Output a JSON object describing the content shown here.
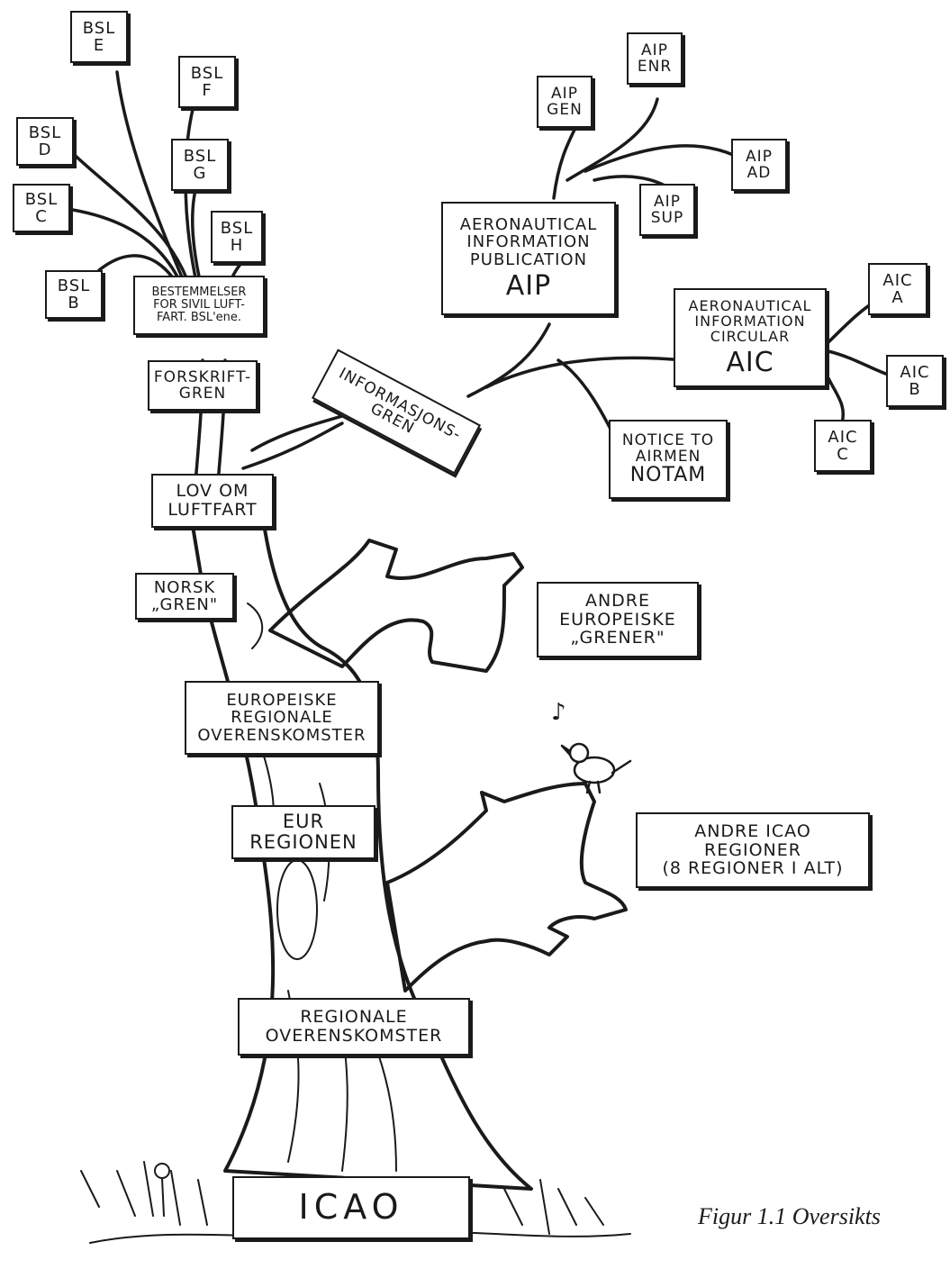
{
  "boxes": {
    "icao": "ICAO",
    "regionale": [
      "REGIONALE",
      "OVERENSKOMSTER"
    ],
    "andre_icao": [
      "ANDRE ICAO",
      "REGIONER",
      "(8 REGIONER I ALT)"
    ],
    "eur_regionen": [
      "EUR",
      "REGIONEN"
    ],
    "europeiske_regionale": [
      "EUROPEISKE",
      "REGIONALE",
      "OVERENSKOMSTER"
    ],
    "andre_europeiske": [
      "ANDRE",
      "EUROPEISKE",
      "„GRENER\""
    ],
    "norsk_gren": [
      "NORSK",
      "„GREN\""
    ],
    "lov_om_luftfart": [
      "LOV OM",
      "LUFTFART"
    ],
    "forskrift_gren": [
      "FORSKRIFT-",
      "GREN"
    ],
    "bsl": [
      "BESTEMMELSER",
      "FOR SIVIL LUFT-",
      "FART. BSL'ene."
    ],
    "informasjons_gren": [
      "INFORMASJONS-",
      "GREN"
    ],
    "aip": [
      "AERONAUTICAL",
      "INFORMATION",
      "PUBLICATION",
      "AIP"
    ],
    "aic": [
      "AERONAUTICAL",
      "INFORMATION",
      "CIRCULAR",
      "AIC"
    ],
    "notam": [
      "NOTICE TO",
      "AIRMEN",
      "NOTAM"
    ],
    "bsl_b": [
      "BSL",
      "B"
    ],
    "bsl_c": [
      "BSL",
      "C"
    ],
    "bsl_d": [
      "BSL",
      "D"
    ],
    "bsl_e": [
      "BSL",
      "E"
    ],
    "bsl_f": [
      "BSL",
      "F"
    ],
    "bsl_g": [
      "BSL",
      "G"
    ],
    "bsl_h": [
      "BSL",
      "H"
    ],
    "aip_gen": [
      "AIP",
      "GEN"
    ],
    "aip_enr": [
      "AIP",
      "ENR"
    ],
    "aip_ad": [
      "AIP",
      "AD"
    ],
    "aip_sup": [
      "AIP",
      "SUP"
    ],
    "aic_a": [
      "AIC",
      "A"
    ],
    "aic_b": [
      "AIC",
      "B"
    ],
    "aic_c": [
      "AIC",
      "C"
    ]
  },
  "caption": "Figur 1.1 Oversikts",
  "bird_note": "♪",
  "colors": {
    "ink": "#1a1a1a",
    "paper": "#ffffff"
  }
}
